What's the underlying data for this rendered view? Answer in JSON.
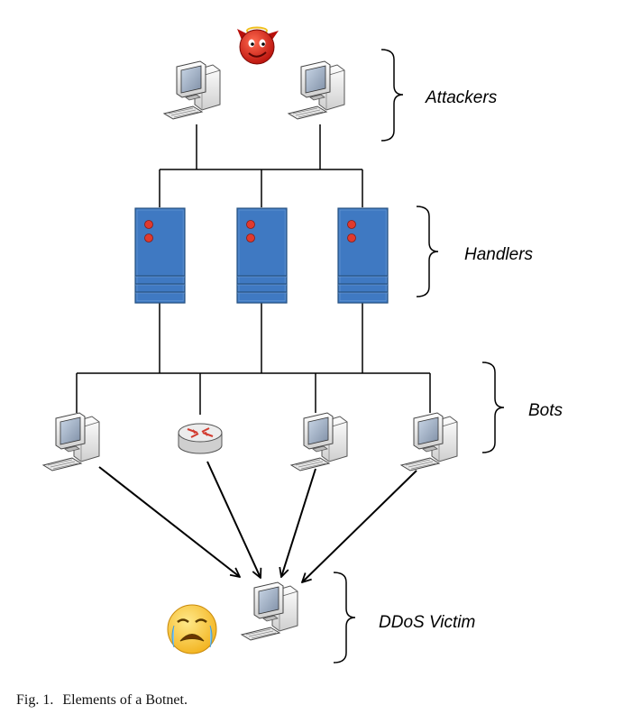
{
  "diagram": {
    "tiers": {
      "attackers": "Attackers",
      "handlers": "Handlers",
      "bots": "Bots",
      "victim": "DDoS Victim"
    },
    "nodes": {
      "attackers": [
        "computer",
        "computer"
      ],
      "handlers": [
        "server",
        "server",
        "server"
      ],
      "bots": [
        "computer",
        "router",
        "computer",
        "computer"
      ],
      "victim": [
        "computer"
      ]
    },
    "icons": {
      "devil": "devil-face-icon",
      "crying": "crying-face-icon"
    },
    "colors": {
      "server": "#3f79c2",
      "server_led": "#e03a2e",
      "router": "#e9e9e9",
      "lines": "#000000"
    }
  },
  "caption": {
    "fig": "Fig. 1.",
    "text": "Elements of a Botnet."
  }
}
